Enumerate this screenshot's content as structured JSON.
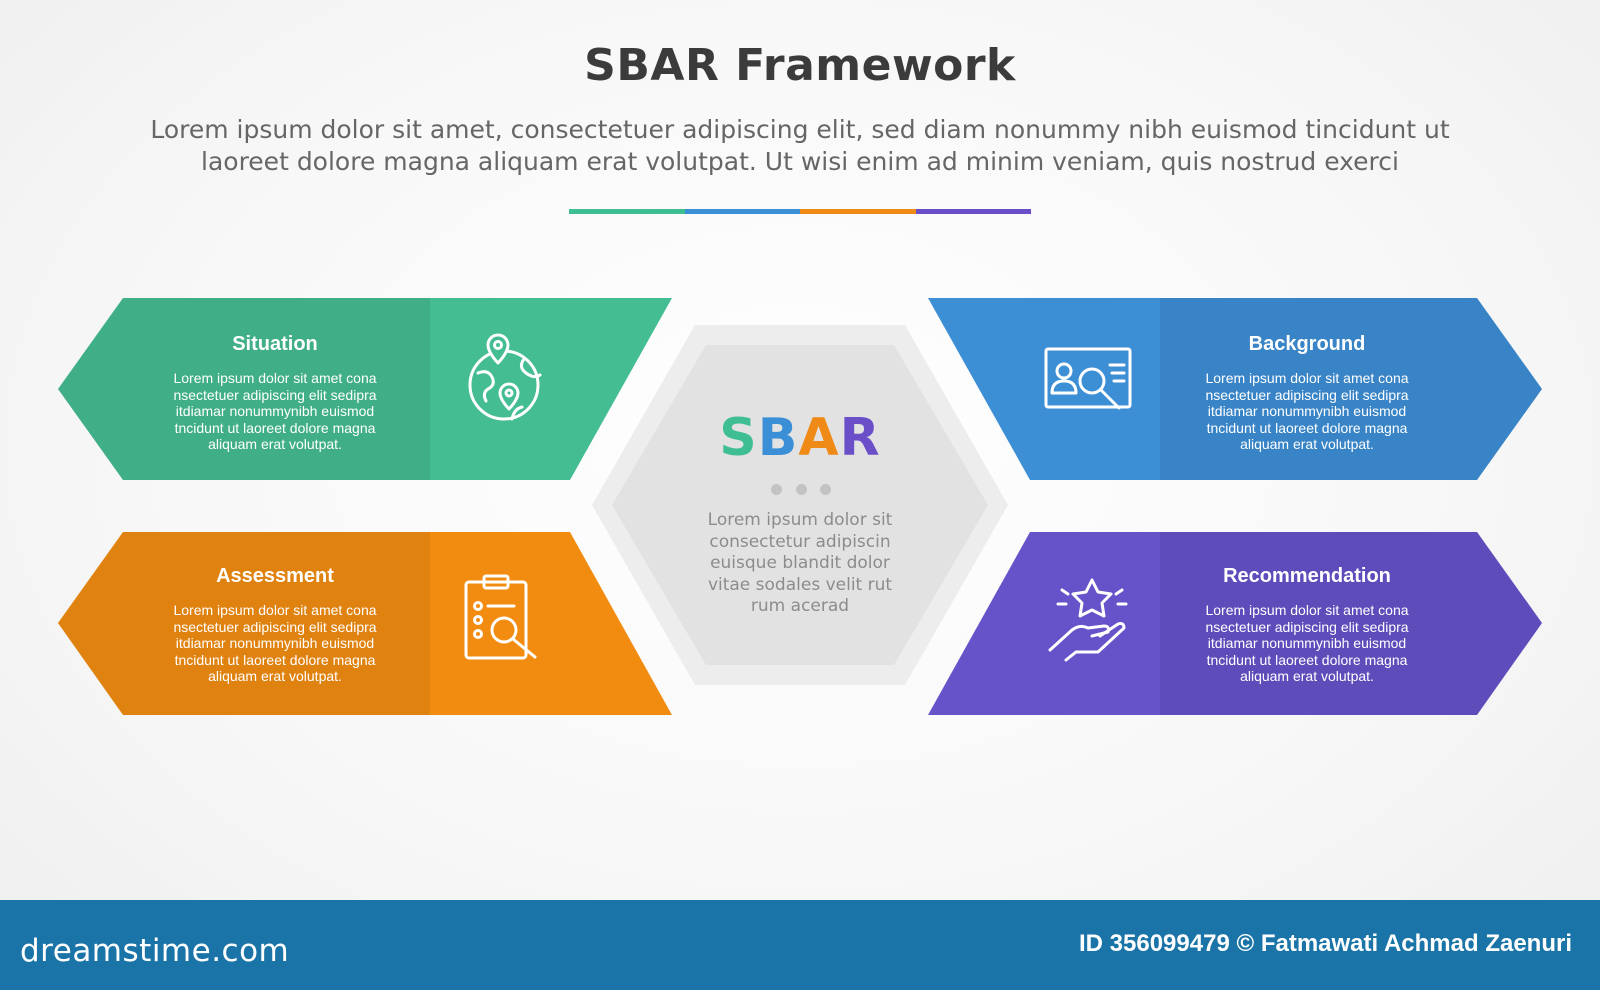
{
  "header": {
    "title": "SBAR Framework",
    "subtitle_line1": "Lorem ipsum dolor sit amet, consectetuer adipiscing elit, sed diam nonummy nibh euismod tincidunt ut",
    "subtitle_line2": "laoreet dolore magna aliquam erat volutpat. Ut wisi enim ad minim veniam, quis nostrud exerci",
    "underline_colors": [
      "#3fbe94",
      "#3b8fd6",
      "#f08a16",
      "#6a4fc8"
    ]
  },
  "center": {
    "logo_letters": [
      {
        "char": "S",
        "color": "#3fbe94"
      },
      {
        "char": "B",
        "color": "#3b8fd6"
      },
      {
        "char": "A",
        "color": "#f08a16"
      },
      {
        "char": "R",
        "color": "#6a4fc8"
      }
    ],
    "text": "Lorem ipsum dolor sit consectetur adipiscin euisque blandit dolor vitae sodales velit rut rum acerad"
  },
  "cards": [
    {
      "id": "situation",
      "title": "Situation",
      "text": "Lorem ipsum dolor sit amet cona nsectetuer adipiscing elit sedipra itdiamar nonummynibh euismod tncidunt ut laoreet dolore magna aliquam erat volutpat.",
      "color": "#45bd92",
      "icon": "globe-location-icon"
    },
    {
      "id": "background",
      "title": "Background",
      "text": "Lorem ipsum dolor sit amet cona nsectetuer adipiscing elit sedipra itdiamar nonummynibh euismod tncidunt ut laoreet dolore magna aliquam erat volutpat.",
      "color": "#3d8fd5",
      "icon": "profile-search-icon"
    },
    {
      "id": "assessment",
      "title": "Assessment",
      "text": "Lorem ipsum dolor sit amet cona nsectetuer adipiscing elit sedipra itdiamar nonummynibh euismod tncidunt ut laoreet dolore magna aliquam erat volutpat.",
      "color": "#f28c11",
      "icon": "clipboard-search-icon"
    },
    {
      "id": "recommendation",
      "title": "Recommendation",
      "text": "Lorem ipsum dolor sit amet cona nsectetuer adipiscing elit sedipra itdiamar nonummynibh euismod tncidunt ut laoreet dolore magna aliquam erat volutpat.",
      "color": "#6652c9",
      "icon": "hand-star-icon"
    }
  ],
  "footer": {
    "brand": "dreamstime.com",
    "credit": "ID 356099479 © Fatmawati  Achmad Zaenuri"
  }
}
